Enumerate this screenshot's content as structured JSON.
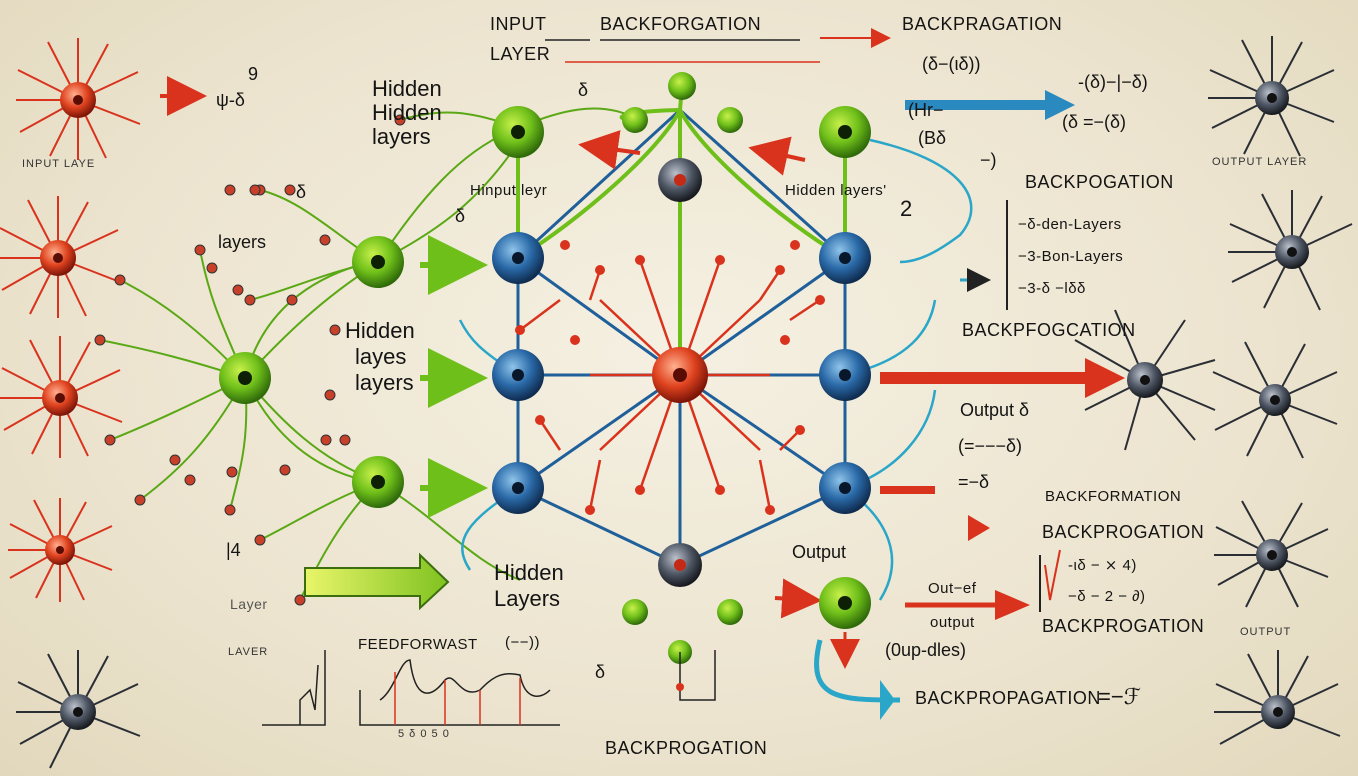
{
  "labels": {
    "input": "INPUT",
    "layer": "LAYER",
    "backforgation": "BACKFORGATION",
    "backpragation": "BACKPRAGATION",
    "formula_top": "(δ−(ιδ))",
    "formula_r1": "-(δ)−|−δ)",
    "formula_r2": "(δ =−(δ)",
    "input_laye": "INPUT LAYE",
    "bottom_right_layer": "OUTPUT LAYER",
    "hidden_1": "Hidden",
    "hidden_2": "Hidden",
    "hidden_layers_word": "layers",
    "hinput_leyr": "Hinput leyr",
    "hidden_layers_quote": "Hidden layers'",
    "backpogation_1": "BACKPOGATION",
    "den_layers_1": "−δ-den-Layers",
    "den_layers_2": "−3-Bon-Layers",
    "den_layers_3": "−3-δ −lδδ",
    "backpfogcation": "BACKPFOGCATION",
    "layers_left": "layers",
    "mid_hidden": "Hidden",
    "mid_layes": "layes",
    "mid_layers": "layers",
    "output_6": "Output  δ",
    "formula_out": "(=−−−δ)",
    "formula_out2": "=−δ",
    "backformation": "BACKFORMATION",
    "backprogation_2": "BACKPROGATION",
    "formula_sq1": "-ιδ − ⨯ 4)",
    "formula_sq2": "−δ − 2 − ∂)",
    "backprogation_3": "BACKPROGATION",
    "output_right": "OUTPUT",
    "output_mid": "Output",
    "out_ef": "Out−ef",
    "output_des": "output",
    "output_des2": "(0up-dles)",
    "backpropagation_bottom": "BACKPROPAGATION",
    "bottom_formula": "=−ℱ",
    "hidden_bottom": "Hidden",
    "layers_bottom": "Layers",
    "feedforwast": "FEEDFORWAST",
    "feed_formula": "(−−))",
    "six_1": "δ",
    "six_2": "δ",
    "six_3": "δ",
    "six_4": "δ",
    "two": "2",
    "laver": "LAVER",
    "layer_small": "Layer",
    "bottom_backprogation": "BACKPROGATION",
    "formula_left": "ψ-δ",
    "formula_left2": "9",
    "ticks": "5  δ  0  5  0",
    "left_formula_mid": "(Hr−",
    "left_formula_mid2": "(Bδ",
    "paren_close": "−)",
    "fourteen": "|4",
    "hidden_layers_main": "layers"
  },
  "colors": {
    "green": "#6fbf1a",
    "blue": "#1f5f9a",
    "red": "#d9321d",
    "cyan": "#2aa6c8",
    "dark": "#2a2e35"
  }
}
